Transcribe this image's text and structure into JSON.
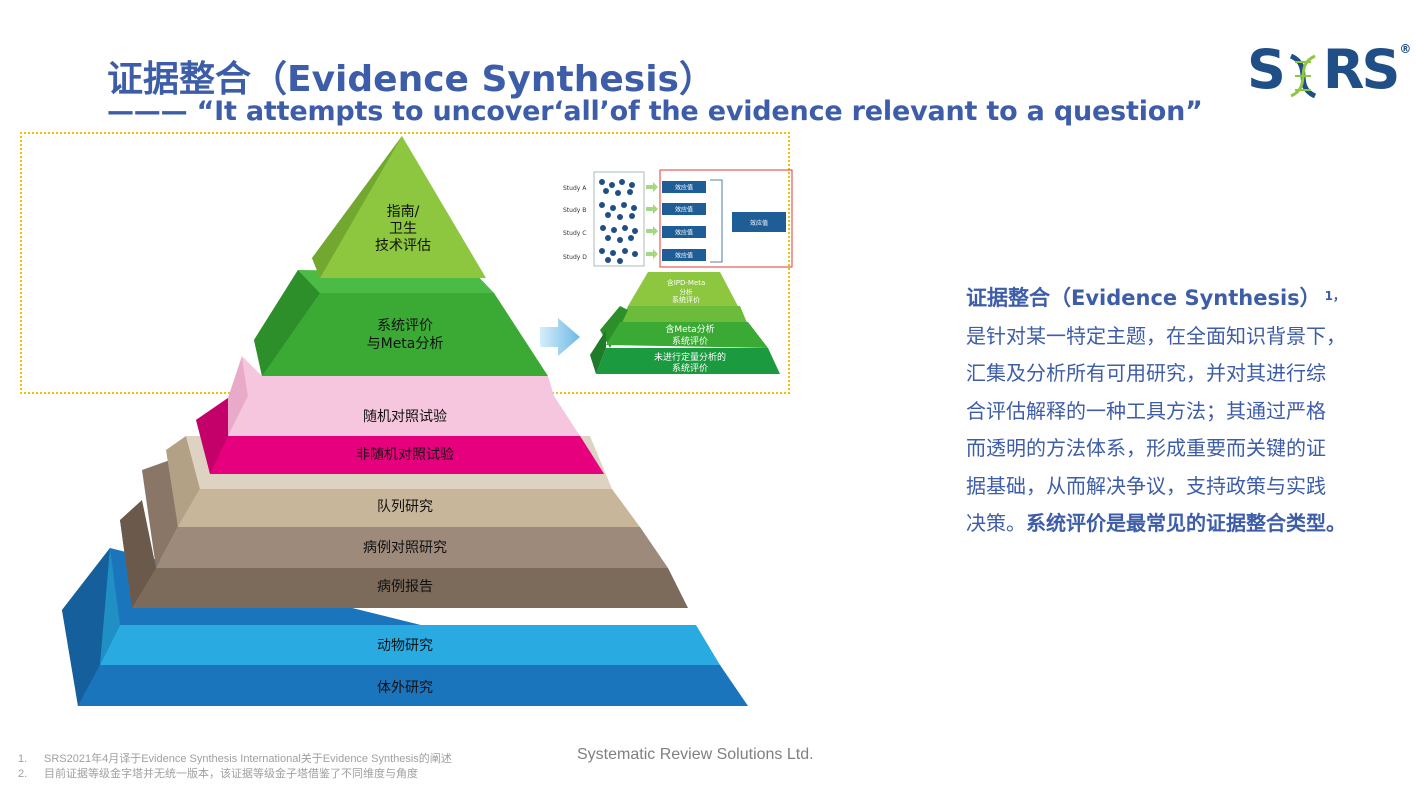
{
  "title": "证据整合（Evidence Synthesis）",
  "subtitle": "——— “It attempts to uncover‘all’of the evidence relevant to a question”",
  "logo": {
    "text_left": "S",
    "text_right": "RS",
    "registered": "®"
  },
  "pyramid": {
    "levels": [
      {
        "label_lines": [
          "指南/",
          "卫生",
          "技术评估"
        ],
        "color": "#8dc63f"
      },
      {
        "label_lines": [
          "系统评价",
          "与Meta分析"
        ],
        "color": "#3aaa35"
      },
      {
        "label_lines": [
          "随机对照试验"
        ],
        "color": "#f5c6dd"
      },
      {
        "label_lines": [
          "非随机对照试验"
        ],
        "color": "#e6007e"
      },
      {
        "label_lines": [
          "队列研究"
        ],
        "color": "#c8b69a"
      },
      {
        "label_lines": [
          "病例对照研究"
        ],
        "color": "#9e8a7b"
      },
      {
        "label_lines": [
          "病例报告"
        ],
        "color": "#7c6a5a"
      },
      {
        "label_lines": [
          "动物研究"
        ],
        "color": "#29abe2"
      },
      {
        "label_lines": [
          "体外研究"
        ],
        "color": "#1b75bc"
      }
    ]
  },
  "inset": {
    "studies": [
      "Study A",
      "Study B",
      "Study C",
      "Study D"
    ],
    "effect_label": "效应值",
    "combined_label": "效应值",
    "mini_levels": [
      {
        "label_lines": [
          "含IPD-Meta",
          "分析",
          "系统评价"
        ]
      },
      {
        "label_lines": [
          "含Meta分析",
          "系统评价"
        ]
      },
      {
        "label_lines": [
          "未进行定量分析的",
          "系统评价"
        ]
      }
    ]
  },
  "side_text": {
    "heading": "证据整合（Evidence Synthesis）",
    "heading_sup": "1，",
    "body_lines": [
      "是针对某一特定主题，在全面知识背景下，",
      "汇集及分析所有可用研究，并对其进行综",
      "合评估解释的一种工具方法；其通过严格",
      "而透明的方法体系，形成重要而关键的证",
      "据基础，从而解决争议，支持政策与实践"
    ],
    "last_line_normal": "决策。",
    "last_line_bold": "系统评价是最常见的证据整合类型。"
  },
  "footer": {
    "company": "Systematic Review Solutions Ltd.",
    "notes": [
      {
        "num": "1.",
        "text": "SRS2021年4月译于Evidence Synthesis International关于Evidence Synthesis的阐述"
      },
      {
        "num": "2.",
        "text": "目前证据等级金字塔并无统一版本，该证据等级金子塔借鉴了不同维度与角度"
      }
    ]
  }
}
